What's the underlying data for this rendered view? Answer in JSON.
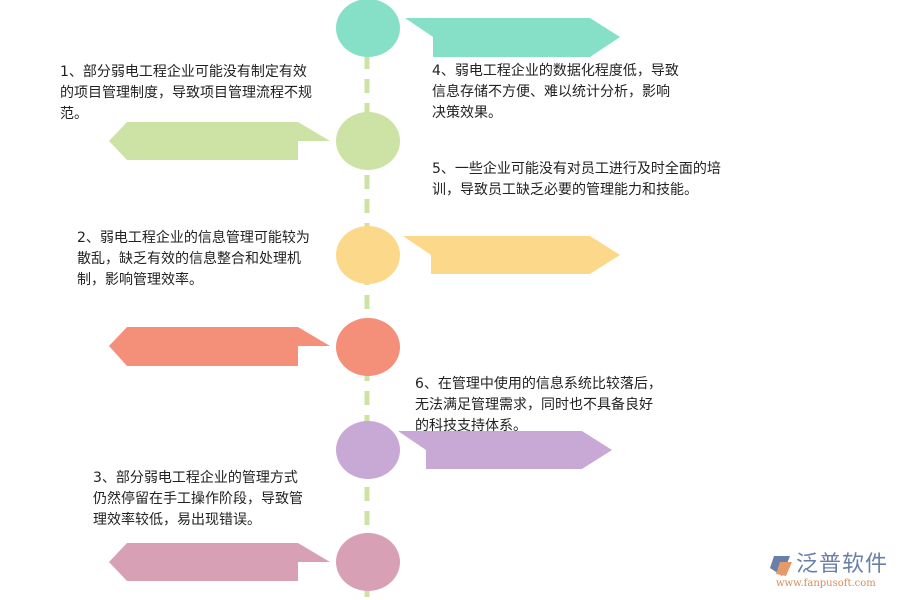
{
  "items": [
    {
      "text": "1、部分弱电工程企业可能没有制定有效的项目管理制度，导致项目管理流程不规范。",
      "color": "#cce3a5"
    },
    {
      "text": "2、弱电工程企业的信息管理可能较为散乱，缺乏有效的信息整合和处理机制，影响管理效率。",
      "color": "#fcd98a"
    },
    {
      "text": "3、部分弱电工程企业的管理方式仍然停留在手工操作阶段，导致管理效率较低，易出现错误。",
      "color": "#d8a0b4"
    },
    {
      "text": "4、弱电工程企业的数据化程度低，导致信息存储不方便、难以统计分析，影响决策效果。",
      "color": "#86e0c8"
    },
    {
      "text": "5、一些企业可能没有对员工进行及时全面的培训，导致员工缺乏必要的管理能力和技能。",
      "color": "#f4907a"
    },
    {
      "text": "6、在管理中使用的信息系统比较落后，无法满足管理需求，同时也不具备良好的科技支持体系。",
      "color": "#c8a8d4"
    }
  ],
  "timeline_color": "#cce3a5",
  "logo": {
    "name": "泛普软件",
    "url": "www.fanpusoft.com"
  }
}
